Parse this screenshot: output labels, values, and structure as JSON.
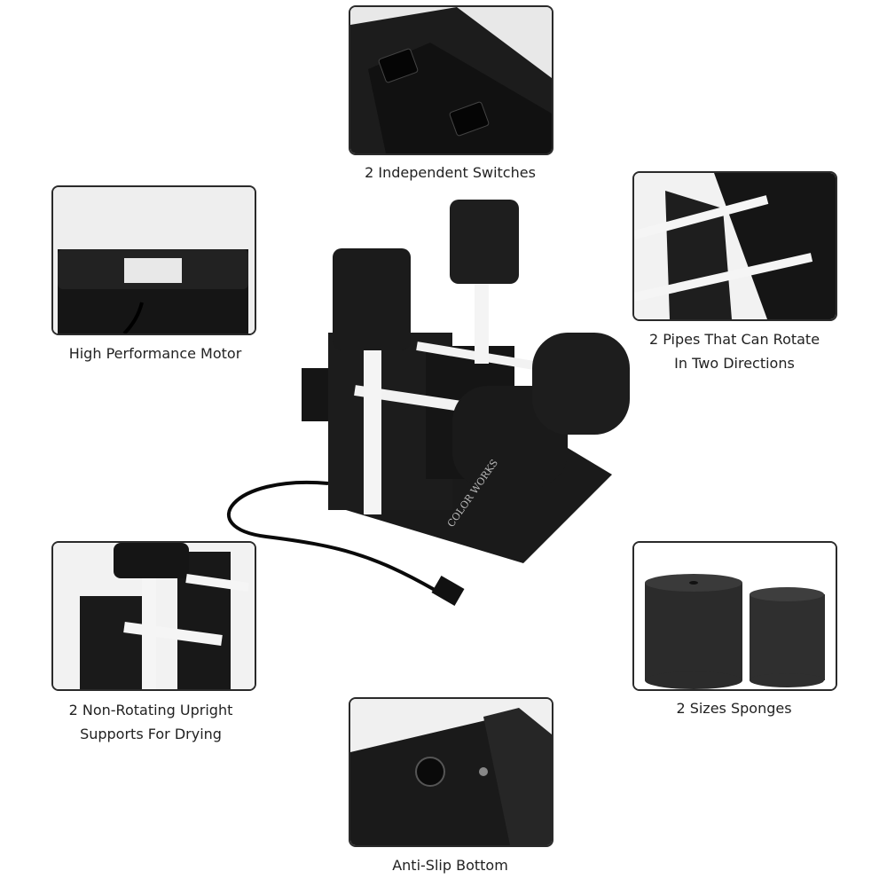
{
  "features": [
    {
      "id": "switches",
      "caption_lines": [
        "2 Independent Switches"
      ]
    },
    {
      "id": "motor",
      "caption_lines": [
        "High Performance Motor"
      ]
    },
    {
      "id": "pipes",
      "caption_lines": [
        "2 Pipes That Can Rotate",
        "In Two Directions"
      ]
    },
    {
      "id": "uprights",
      "caption_lines": [
        "2 Non-Rotating Upright",
        "Supports For Drying"
      ]
    },
    {
      "id": "sponges",
      "caption_lines": [
        "2 Sizes Sponges"
      ]
    },
    {
      "id": "bottom",
      "caption_lines": [
        "Anti-Slip Bottom"
      ]
    }
  ],
  "product": {
    "logo_text": "COLOR WORKS"
  },
  "colors": {
    "frame": "#2a2a2a",
    "body": "#1a1a1a",
    "pipe": "#f0f0f0",
    "sponge": "#222222"
  }
}
